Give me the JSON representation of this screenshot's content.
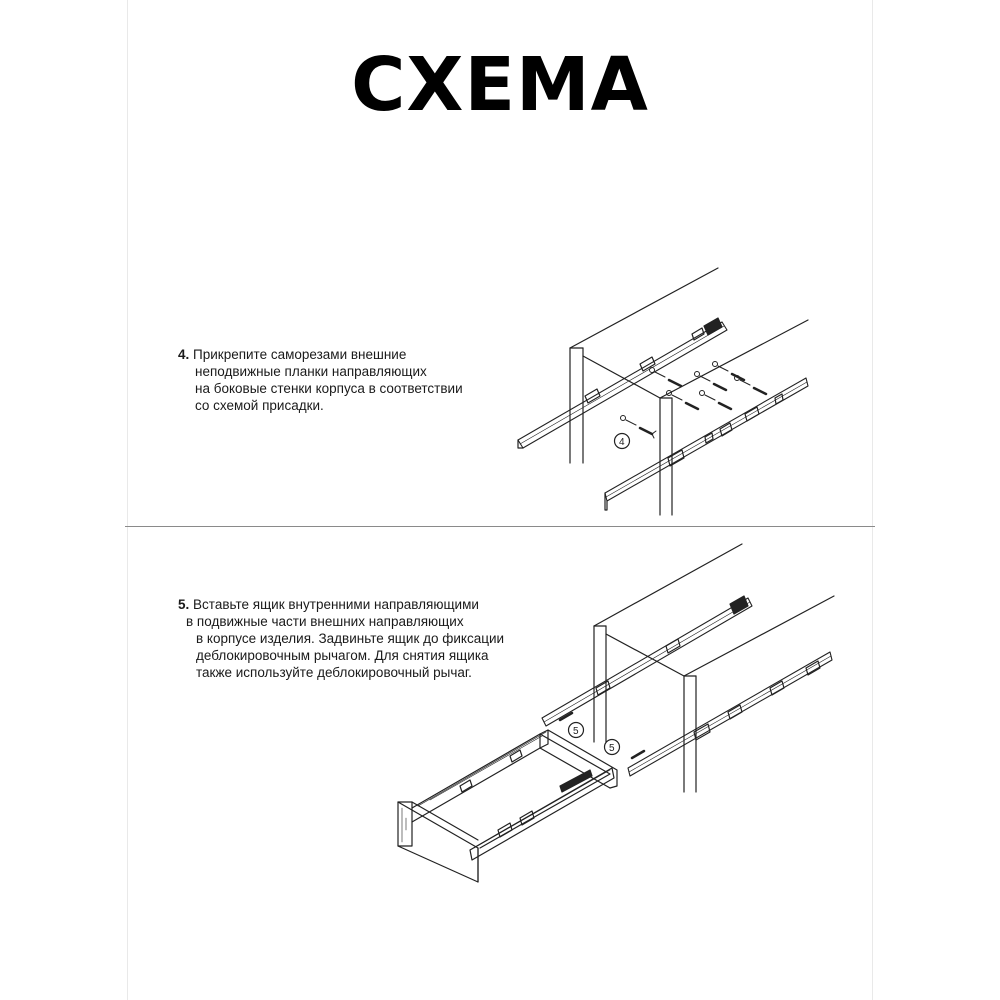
{
  "page": {
    "title": "СХЕМА"
  },
  "steps": [
    {
      "number": "4.",
      "lines": [
        "Прикрепите саморезами внешние",
        "неподвижные планки направляющих",
        "на боковые стенки корпуса в соответствии",
        "со схемой присадки."
      ],
      "callouts": [
        "4"
      ]
    },
    {
      "number": "5.",
      "lines": [
        "Вставьте ящик внутренними направляющими",
        "в подвижные части внешних направляющих",
        "в корпусе изделия. Задвиньте ящик до фиксации",
        "деблокировочным рычагом. Для снятия ящика",
        "также используйте деблокировочный рычаг."
      ],
      "callouts": [
        "5",
        "5"
      ]
    }
  ]
}
